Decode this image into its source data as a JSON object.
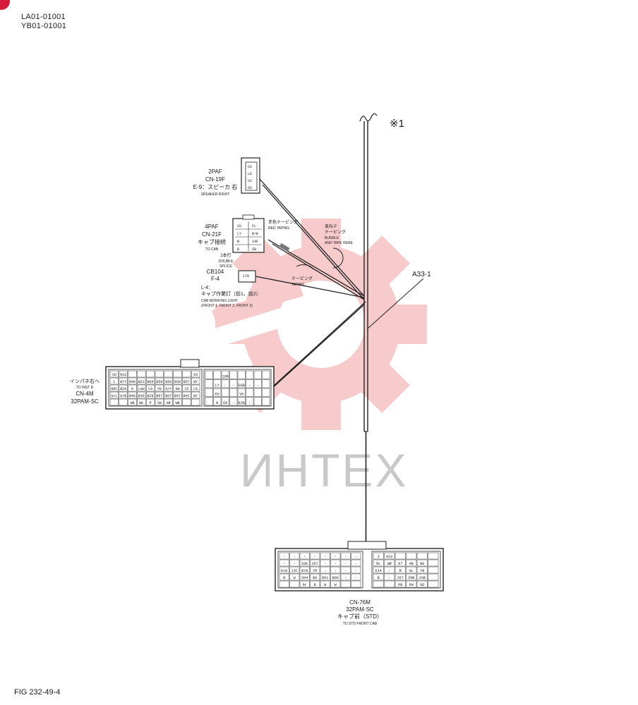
{
  "header": {
    "line1": "LA01-01001",
    "line2": "YB01-01001"
  },
  "figure_id": "FIG 232-49-4",
  "watermark": {
    "text": "ИНТЕХ",
    "gear_color": "#f2a0a3",
    "text_color": "#c9c9c9"
  },
  "marker": "※1",
  "harness_label": "A33-1",
  "connectors": {
    "cn19f": {
      "type": "2PAF",
      "id": "CN-19F",
      "ja": "E-9：スピーカ 右",
      "en": "SPEAKER RIGHT",
      "pins": [
        "SS",
        "LE",
        "SS",
        "OS"
      ]
    },
    "cn21f": {
      "type": "4PAF",
      "id": "CN-21F",
      "ja": "キャブ接続",
      "en": "TO CAB",
      "pins": [
        "SS",
        "CL",
        "LY",
        "R/B",
        "B",
        "14F",
        "B",
        "SB"
      ]
    },
    "splice": {
      "ja": "2本打",
      "en1": "DOUBLE",
      "en2": "SPLICE"
    },
    "cb104": {
      "id": "CB104",
      "code": "F-4",
      "pin": "178"
    },
    "l4": {
      "id": "L-4：",
      "ja": "キャブ作業灯（前1、前2）",
      "en1": "CAB WORKING LIGHT",
      "en2": "(FRONT 1, FRONT 2, FRONT 3)"
    },
    "cn4m": {
      "ja": "インパネ右へ",
      "en": "TO INST R",
      "id": "CN-4M",
      "type": "32PAM-SC"
    },
    "cn76m": {
      "id": "CN-76M",
      "type": "32PAM-SC",
      "ja": "キャブ前（STD）",
      "en": "TO STD FRONT CAB"
    }
  },
  "tapes": {
    "red": {
      "ja": "赤色テーピング",
      "en": "RED TAPING"
    },
    "bundle": {
      "ja": "束ねテ",
      "ja2": "テーピング",
      "en1": "BUNDLE",
      "en2": "AND TAPE HERE"
    },
    "taping": {
      "ja": "テーピング",
      "en": "TAPING"
    }
  },
  "cn4m_pins": [
    [
      "SO",
      "R1S",
      "",
      "",
      "",
      "",
      "",
      "",
      "",
      "63"
    ],
    [
      "L",
      "BrY",
      "B48",
      "B23",
      "B64",
      "B50",
      "B50",
      "B38",
      "B57",
      "WY"
    ],
    [
      "B9C",
      "B2A",
      "G",
      "LaW",
      "LG",
      "VG",
      "GrY",
      "GW",
      "15",
      "LG"
    ],
    [
      "GrL",
      "GrB",
      "B46",
      "B30",
      "B28",
      "B67",
      "B67",
      "B47",
      "B4C",
      "WY"
    ],
    [
      "",
      "",
      "WB",
      "WE",
      "P",
      "SW",
      "GR",
      "WB",
      "",
      ""
    ]
  ],
  "cn4m_right_pins": [
    [
      "",
      "",
      "18B",
      "",
      "",
      "",
      "",
      ""
    ],
    [
      "",
      "LY",
      "-",
      "-",
      "GSB",
      "-",
      "-",
      ""
    ],
    [
      "",
      "E6",
      "",
      "",
      "VG",
      "",
      "",
      ""
    ],
    [
      "",
      "B",
      "E8",
      "-",
      "E2B",
      "-",
      "",
      ""
    ]
  ],
  "cn76m_left_pins": [
    [
      "-",
      "-",
      "-",
      "-",
      "-",
      "-",
      "-",
      "-"
    ],
    [
      "-",
      "-",
      "S3E",
      "S57",
      "-",
      "-",
      "-",
      "-"
    ],
    [
      "E10",
      "13C",
      "BrW",
      "YR",
      "-",
      "-",
      "-",
      "-"
    ],
    [
      "B",
      "W",
      "SH4",
      "B0",
      "B61",
      "B00",
      "-",
      "-"
    ],
    [
      "",
      "",
      "Gr",
      "B",
      "W",
      "W",
      "",
      ""
    ]
  ],
  "cn76m_right_pins": [
    [
      "3",
      "H1S",
      "",
      "",
      "",
      ""
    ],
    [
      "RL",
      "WR",
      "E7",
      "4B",
      "B0",
      ""
    ],
    [
      "E14",
      "-",
      "B",
      "GL",
      "YB",
      ""
    ],
    [
      "B",
      "-",
      "267",
      "20B",
      "2SB",
      ""
    ],
    [
      "",
      "",
      "PB",
      "PW",
      "GD",
      ""
    ]
  ]
}
